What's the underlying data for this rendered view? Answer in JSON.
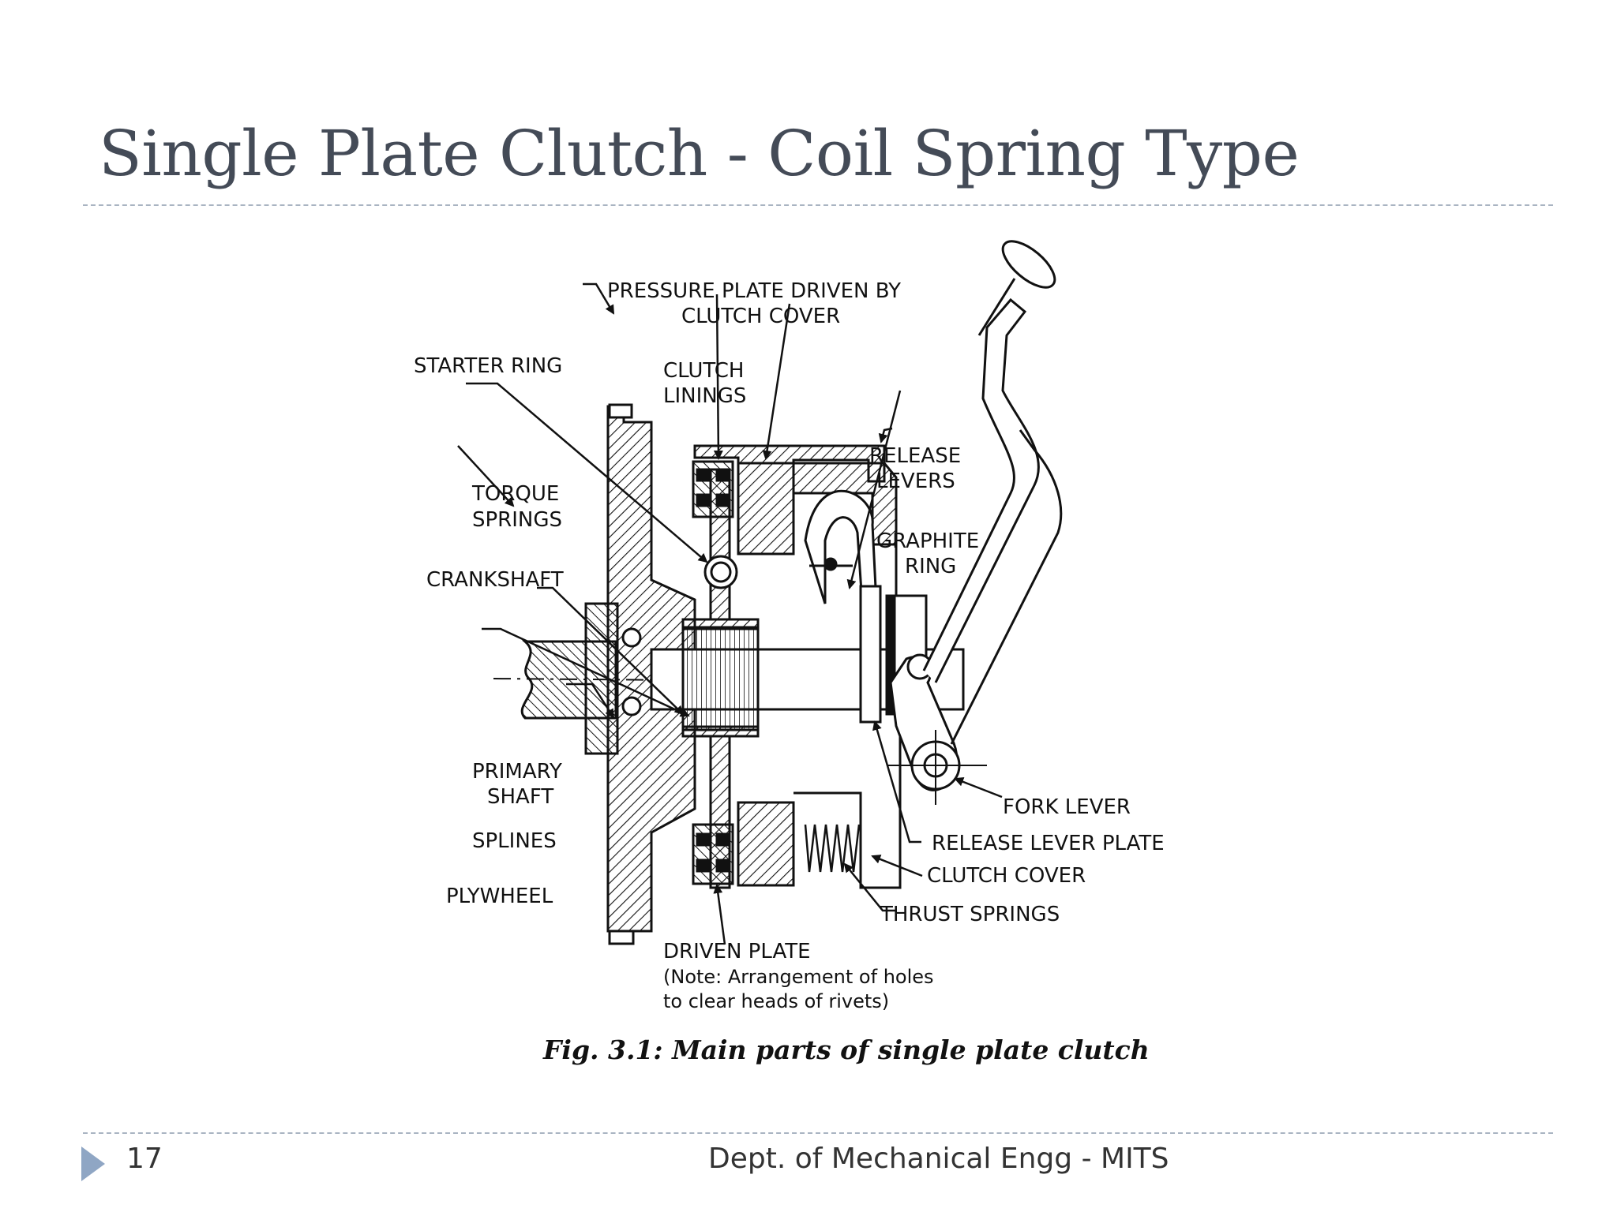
{
  "slide": {
    "title": "Single Plate Clutch - Coil Spring Type",
    "page_number": "17",
    "footer": "Dept. of Mechanical Engg - MITS"
  },
  "diagram": {
    "labels": {
      "pressure_plate": "PRESSURE PLATE DRIVEN BY",
      "pressure_plate_2": "CLUTCH COVER",
      "starter_ring": "STARTER RING",
      "clutch_linings": "CLUTCH",
      "clutch_linings_2": "LININGS",
      "release_levers": "RELEASE",
      "release_levers_2": "LEVERS",
      "torque_springs": "TORQUE",
      "torque_springs_2": "SPRINGS",
      "graphite_ring": "GRAPHITE",
      "graphite_ring_2": "RING",
      "crankshaft": "CRANKSHAFT",
      "primary_shaft": "PRIMARY",
      "primary_shaft_2": "SHAFT",
      "splines": "SPLINES",
      "flywheel": "PLYWHEEL",
      "fork_lever": "FORK LEVER",
      "release_lever_plate": "RELEASE LEVER PLATE",
      "clutch_cover": "CLUTCH COVER",
      "thrust_springs": "THRUST SPRINGS",
      "driven_plate": "DRIVEN PLATE",
      "driven_plate_note": "(Note: Arrangement of holes",
      "driven_plate_note_2": "to clear heads of rivets)"
    },
    "caption": "Fig. 3.1:  Main parts of single plate clutch"
  },
  "colors": {
    "title": "#444b57",
    "rule": "#a9b4c2",
    "footer_arrow": "#8fa6c4"
  }
}
